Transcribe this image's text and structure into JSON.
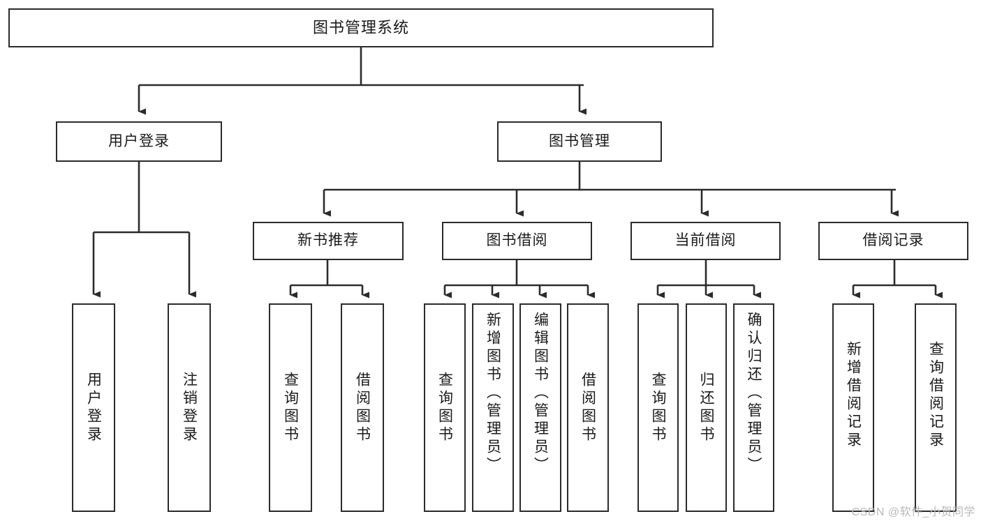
{
  "diagram": {
    "title": "图书管理系统",
    "stroke_color": "#2b2b2b",
    "fill_color": "#ffffff",
    "text_color": "#1a1a1a",
    "watermark": "CSDN @软件_小贺同学",
    "nodes": {
      "root": {
        "label": "图书管理系统"
      },
      "level2": [
        {
          "id": "user-login",
          "label": "用户登录"
        },
        {
          "id": "book-management",
          "label": "图书管理"
        }
      ],
      "level3": [
        {
          "id": "new-book-recommend",
          "label": "新书推荐"
        },
        {
          "id": "book-borrow",
          "label": "图书借阅"
        },
        {
          "id": "current-borrow",
          "label": "当前借阅"
        },
        {
          "id": "borrow-record",
          "label": "借阅记录"
        }
      ],
      "leaves": {
        "user_login": [
          {
            "id": "leaf-user-login",
            "label": "用户登录"
          },
          {
            "id": "leaf-logout-login",
            "label": "注销登录"
          }
        ],
        "new_book_recommend": [
          {
            "id": "leaf-query-book-1",
            "label": "查询图书"
          },
          {
            "id": "leaf-borrow-book-1",
            "label": "借阅图书"
          }
        ],
        "book_borrow": [
          {
            "id": "leaf-query-book-2",
            "label": "查询图书"
          },
          {
            "id": "leaf-add-book",
            "label": "新增图书（管理员）"
          },
          {
            "id": "leaf-edit-book",
            "label": "编辑图书（管理员）"
          },
          {
            "id": "leaf-borrow-book-2",
            "label": "借阅图书"
          }
        ],
        "current_borrow": [
          {
            "id": "leaf-query-book-3",
            "label": "查询图书"
          },
          {
            "id": "leaf-return-book",
            "label": "归还图书"
          },
          {
            "id": "leaf-confirm-return",
            "label": "确认归还（管理员）"
          }
        ],
        "borrow_record": [
          {
            "id": "leaf-add-record",
            "label": "新增借阅记录"
          },
          {
            "id": "leaf-query-record",
            "label": "查询借阅记录"
          }
        ]
      }
    }
  }
}
